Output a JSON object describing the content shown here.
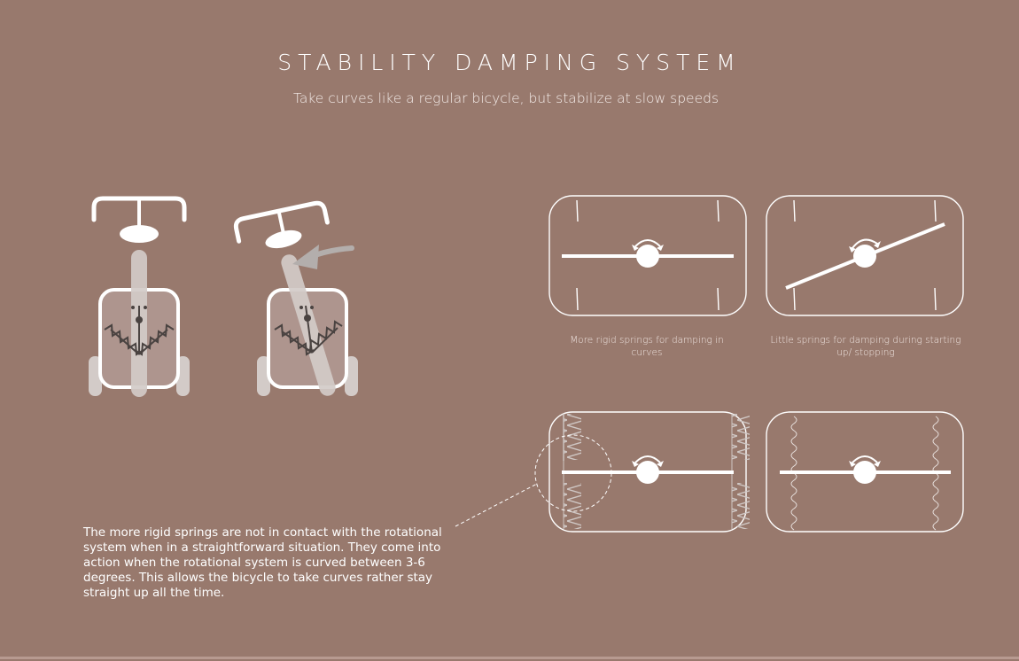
{
  "header": {
    "title": "STABILITY DAMPING SYSTEM",
    "subtitle": "Take curves like a regular bicycle, but stabilize at slow speeds"
  },
  "panels": {
    "top_left_caption": "More rigid springs for damping in curves",
    "top_right_caption": "Little springs for damping during starting up/ stopping"
  },
  "note": {
    "text": "The more rigid springs are not in contact with the rotational system when in a straightforward situation. They come into action when the rotational system is curved between 3-6 degrees. This allows the bicycle to take curves rather stay straight up all the time."
  },
  "colors": {
    "background": "#98796d",
    "line": "#ffffff",
    "rod": "#d3cbc8",
    "spring": "#4a4341",
    "arrow": "#b3aeac"
  },
  "icons": [
    "bicycle-straight-icon",
    "bicycle-tilted-icon",
    "rotation-arrow-icon",
    "curve-arrow-icon"
  ]
}
